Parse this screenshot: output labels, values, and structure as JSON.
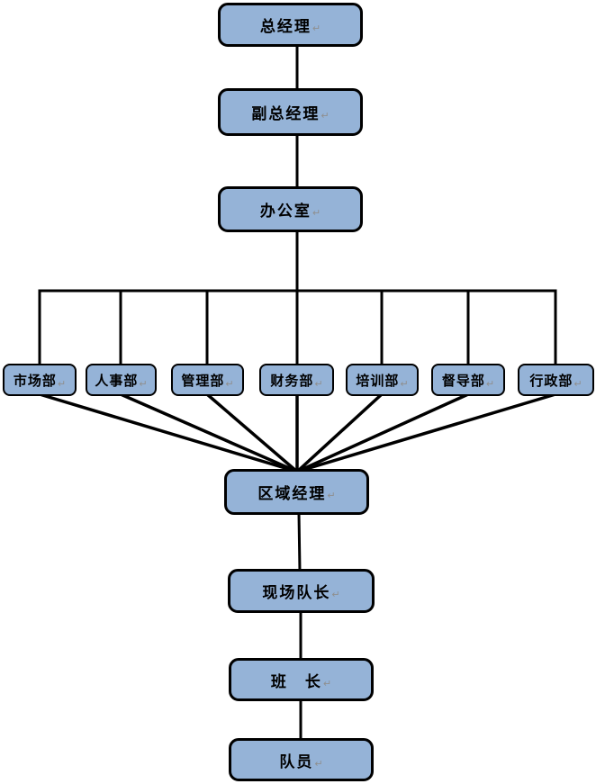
{
  "page": {
    "background": "#ffffff"
  },
  "diagram": {
    "type": "org-chart",
    "paragraph_mark": "↵",
    "colors": {
      "node_fill": "#95B3D7",
      "node_border": "#000000",
      "connector": "#000000",
      "label_text": "#000000",
      "paragraph_mark": "#8f8f8f"
    },
    "top_chain": [
      {
        "label": "总经理"
      },
      {
        "label": "副总经理"
      },
      {
        "label": "办公室"
      }
    ],
    "departments": [
      {
        "label": "市场部"
      },
      {
        "label": "人事部"
      },
      {
        "label": "管理部"
      },
      {
        "label": "财务部"
      },
      {
        "label": "培训部"
      },
      {
        "label": "督导部"
      },
      {
        "label": "行政部"
      }
    ],
    "bottom_chain": [
      {
        "label": "区域经理"
      },
      {
        "label": "现场队长"
      },
      {
        "label": "班　长"
      },
      {
        "label": "队员"
      }
    ]
  }
}
